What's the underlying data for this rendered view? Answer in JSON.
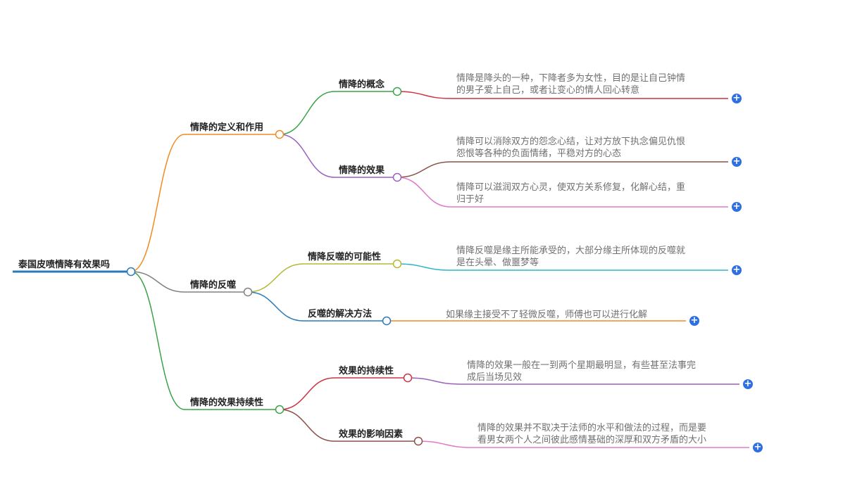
{
  "mindmap": {
    "root": {
      "label": "泰国皮喷情降有效果吗",
      "color": "#2a7ab8"
    },
    "branches": [
      {
        "id": "b1",
        "label": "情降的定义和作用",
        "color": "#f28a22",
        "children": [
          {
            "id": "b1c1",
            "label": "情降的概念",
            "color": "#3aa346",
            "leaves": [
              {
                "lines": [
                  "情降是降头的一种，下降者多为女性，目的是让自己钟情",
                  "的男子爱上自己，或者让变心的情人回心转意"
                ],
                "color": "#cc3344"
              }
            ]
          },
          {
            "id": "b1c2",
            "label": "情降的效果",
            "color": "#9b5fc0",
            "leaves": [
              {
                "lines": [
                  "情降可以消除双方的怨念心结，让对方放下执念偏见仇恨",
                  "怨恨等各种的负面情绪，平稳对方的心态"
                ],
                "color": "#8a5048"
              },
              {
                "lines": [
                  "情降可以滋润双方心灵，使双方关系修复，化解心结，重",
                  "归于好"
                ],
                "color": "#e07ac8"
              }
            ]
          }
        ]
      },
      {
        "id": "b2",
        "label": "情降的反噬",
        "color": "#808080",
        "children": [
          {
            "id": "b2c1",
            "label": "情降反噬的可能性",
            "color": "#b5b830",
            "leaves": [
              {
                "lines": [
                  "情降反噬是缘主所能承受的，大部分缘主所体现的反噬就",
                  "是在头晕、做噩梦等"
                ],
                "color": "#2eb5cc"
              }
            ]
          },
          {
            "id": "b2c2",
            "label": "反噬的解决方法",
            "color": "#2a7ab8",
            "leaves": [
              {
                "lines": [
                  "如果缘主接受不了轻微反噬，师傅也可以进行化解"
                ],
                "color": "#f28a22"
              }
            ]
          }
        ]
      },
      {
        "id": "b3",
        "label": "情降的效果持续性",
        "color": "#3aa346",
        "children": [
          {
            "id": "b3c1",
            "label": "效果的持续性",
            "color": "#cc3344",
            "leaves": [
              {
                "lines": [
                  "情降的效果一般在一到两个星期最明显，有些甚至法事完",
                  "成后当场见效"
                ],
                "color": "#9b5fc0"
              }
            ]
          },
          {
            "id": "b3c2",
            "label": "效果的影响因素",
            "color": "#8a5048",
            "leaves": [
              {
                "lines": [
                  "情降的效果并不取决于法师的水平和做法的过程，而是要",
                  "看男女两个人之间彼此感情基础的深厚和双方矛盾的大小"
                ],
                "color": "#e07ac8"
              }
            ]
          }
        ]
      }
    ],
    "expand_icon": "+"
  }
}
